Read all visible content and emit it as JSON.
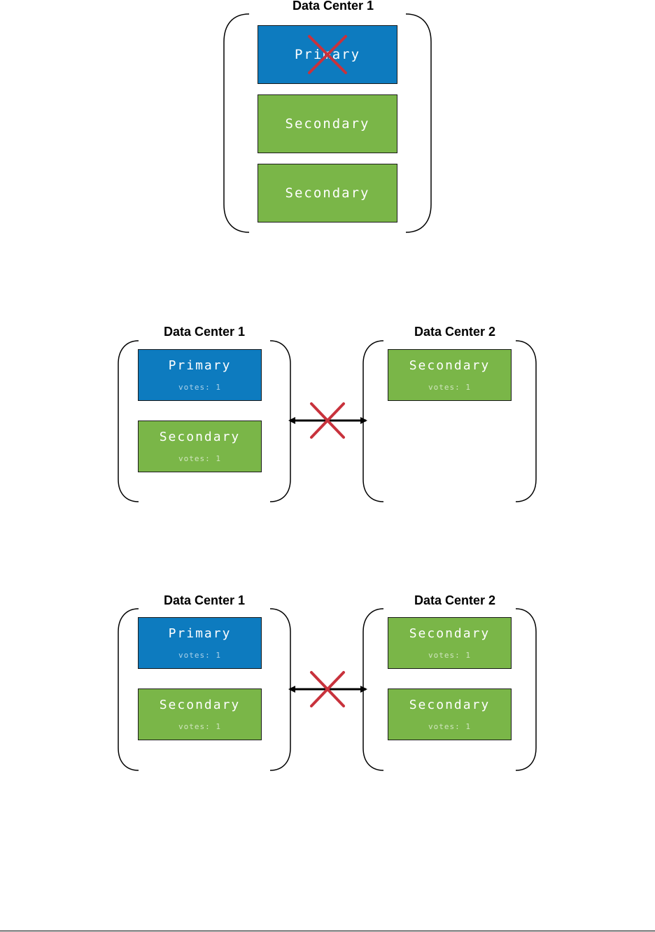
{
  "colors": {
    "primary": "#0d7bbf",
    "secondary": "#7ab648",
    "failure_x": "#c8323c"
  },
  "scene1": {
    "dc_title": "Data Center 1",
    "nodes": [
      {
        "role": "Primary"
      },
      {
        "role": "Secondary"
      },
      {
        "role": "Secondary"
      }
    ]
  },
  "scene2": {
    "dc1_title": "Data Center 1",
    "dc2_title": "Data Center 2",
    "dc1_nodes": [
      {
        "role": "Primary",
        "votes": "votes: 1"
      },
      {
        "role": "Secondary",
        "votes": "votes: 1"
      }
    ],
    "dc2_nodes": [
      {
        "role": "Secondary",
        "votes": "votes: 1"
      }
    ]
  },
  "scene3": {
    "dc1_title": "Data Center 1",
    "dc2_title": "Data Center 2",
    "dc1_nodes": [
      {
        "role": "Primary",
        "votes": "votes: 1"
      },
      {
        "role": "Secondary",
        "votes": "votes: 1"
      }
    ],
    "dc2_nodes": [
      {
        "role": "Secondary",
        "votes": "votes: 1"
      },
      {
        "role": "Secondary",
        "votes": "votes: 1"
      }
    ]
  }
}
